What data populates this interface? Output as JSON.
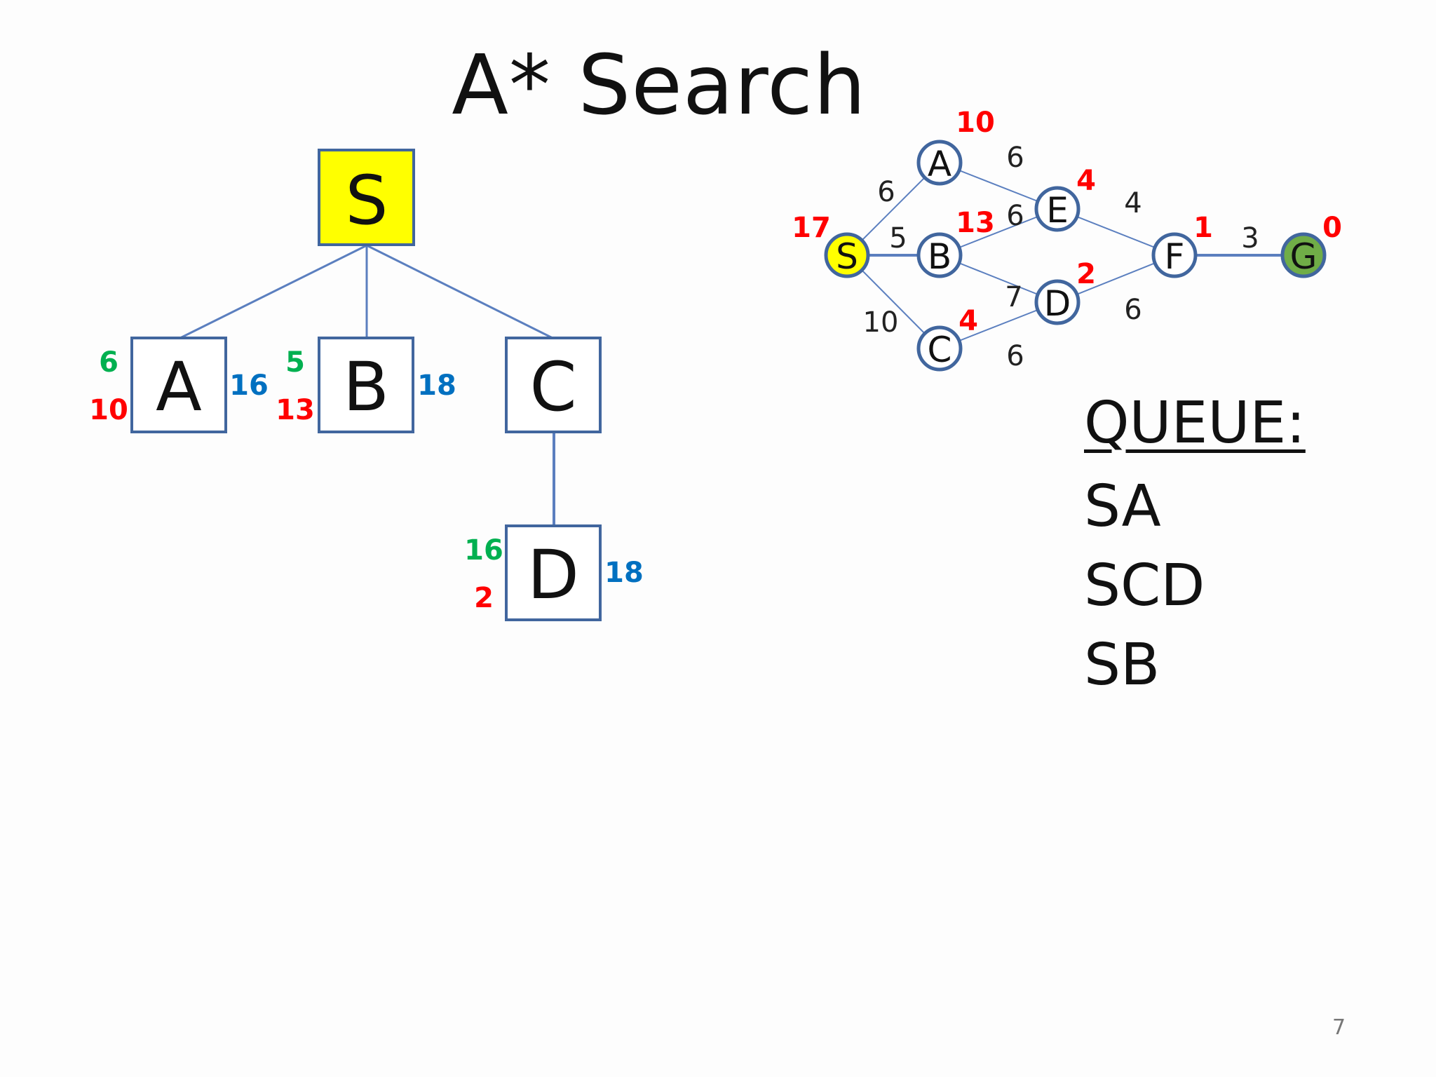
{
  "title": "A* Search",
  "tree": {
    "root": {
      "label": "S"
    },
    "nodes": [
      {
        "id": "A",
        "label": "A",
        "g": "6",
        "h": "10",
        "f": "16"
      },
      {
        "id": "B",
        "label": "B",
        "g": "5",
        "h": "13",
        "f": "18"
      },
      {
        "id": "C",
        "label": "C"
      },
      {
        "id": "D",
        "label": "D",
        "g": "16",
        "h": "2",
        "f": "18"
      }
    ],
    "edges": [
      [
        "S",
        "A"
      ],
      [
        "S",
        "B"
      ],
      [
        "S",
        "C"
      ],
      [
        "C",
        "D"
      ]
    ]
  },
  "graph": {
    "nodes": [
      {
        "id": "S",
        "label": "S",
        "heuristic": "17",
        "fill": "#ffff00"
      },
      {
        "id": "A",
        "label": "A",
        "heuristic": "10",
        "fill": "#ffffff"
      },
      {
        "id": "B",
        "label": "B",
        "heuristic": "13",
        "fill": "#ffffff"
      },
      {
        "id": "C",
        "label": "C",
        "heuristic": "4",
        "fill": "#ffffff"
      },
      {
        "id": "D",
        "label": "D",
        "heuristic": "2",
        "fill": "#ffffff"
      },
      {
        "id": "E",
        "label": "E",
        "heuristic": "4",
        "fill": "#ffffff"
      },
      {
        "id": "F",
        "label": "F",
        "heuristic": "1",
        "fill": "#ffffff"
      },
      {
        "id": "G",
        "label": "G",
        "heuristic": "0",
        "fill": "#70ad47"
      }
    ],
    "edges": [
      {
        "from": "S",
        "to": "A",
        "weight": "6"
      },
      {
        "from": "S",
        "to": "B",
        "weight": "5"
      },
      {
        "from": "S",
        "to": "C",
        "weight": "10"
      },
      {
        "from": "A",
        "to": "E",
        "weight": "6"
      },
      {
        "from": "B",
        "to": "E",
        "weight": "6"
      },
      {
        "from": "B",
        "to": "D",
        "weight": "7"
      },
      {
        "from": "C",
        "to": "D",
        "weight": "6"
      },
      {
        "from": "E",
        "to": "F",
        "weight": "4"
      },
      {
        "from": "D",
        "to": "F",
        "weight": "6"
      },
      {
        "from": "F",
        "to": "G",
        "weight": "3"
      }
    ]
  },
  "queue": {
    "title": "QUEUE:",
    "items": [
      "SA",
      "SCD",
      "SB"
    ]
  },
  "page_number": "7",
  "colors": {
    "g_cost": "#00b050",
    "heuristic": "#ff0000",
    "f_cost": "#0070c0",
    "node_border": "#41669e",
    "edge": "#5b7fbf",
    "root_fill": "#ffff00",
    "goal_fill": "#70ad47"
  }
}
